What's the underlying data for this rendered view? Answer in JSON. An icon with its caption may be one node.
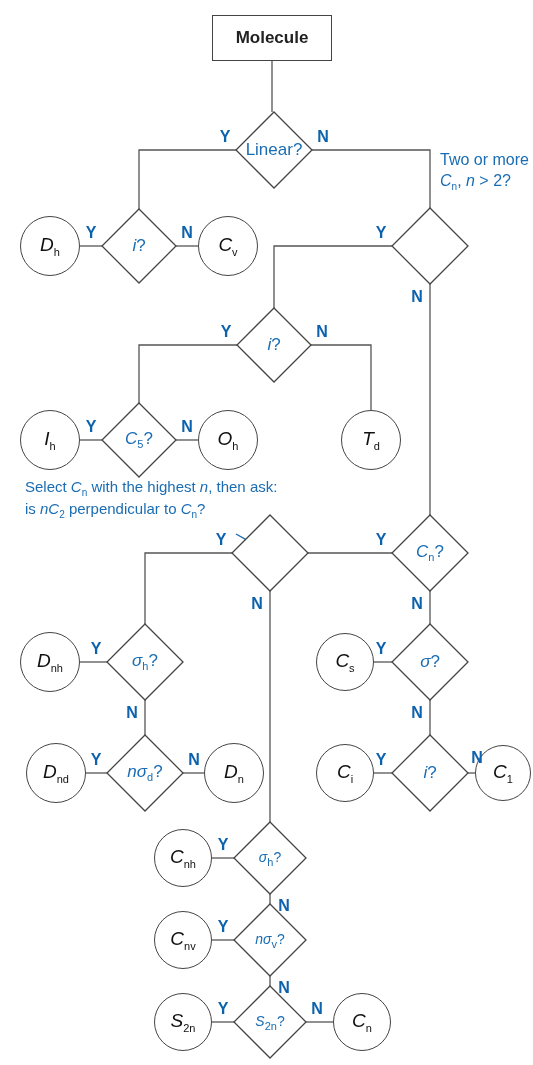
{
  "diagram": {
    "nodes": [
      {
        "text": [
          "Molecule"
        ]
      },
      {
        "text": [
          "Linear?"
        ]
      },
      {
        "text": [
          "*i*?"
        ]
      },
      {
        "text": [
          "*D*$_{h}$"
        ]
      },
      {
        "text": [
          "*C*$_{v}$"
        ]
      },
      {
        "text": [
          "Two or more *C*$_{n}$, *n* > 2?"
        ]
      },
      {
        "text": [
          "*i*?"
        ]
      },
      {
        "text": [
          "*C*$_{5}$?"
        ]
      },
      {
        "text": [
          "*I*$_{h}$"
        ]
      },
      {
        "text": [
          "*O*$_{h}$"
        ]
      },
      {
        "text": [
          "*T*$_{d}$"
        ]
      },
      {
        "text": [
          "Select *C*$_{n}$ with the highest *n*, then ask: is *nC*$_{2}$ perpendicular to *C*$_{n}$?"
        ]
      },
      {
        "text": [],
        "shape": "diamond"
      },
      {
        "text": [
          "*C*$_{n}$?"
        ]
      },
      {
        "text": [
          "*σ*$_{h}$?"
        ]
      },
      {
        "text": [
          "*D*$_{nh}$"
        ]
      },
      {
        "text": [
          "*nσ*$_{d}$?"
        ]
      },
      {
        "text": [
          "*D*$_{nd}$"
        ]
      },
      {
        "text": [
          "*D*$_{n}$"
        ]
      },
      {
        "text": [
          "*σ*?"
        ]
      },
      {
        "text": [
          "*C*$_{s}$"
        ]
      },
      {
        "text": [
          "*i*?"
        ]
      },
      {
        "text": [
          "*C*$_{i}$"
        ]
      },
      {
        "text": [
          "*C*$_{1}$"
        ]
      },
      {
        "text": [
          "*σ*$_{h}$?"
        ]
      },
      {
        "text": [
          "*C*$_{nh}$"
        ]
      },
      {
        "text": [
          "*nσ*$_{v}$?"
        ]
      },
      {
        "text": [
          "*C*$_{nv}$"
        ]
      },
      {
        "text": [
          "*S*$_{2n}$?"
        ]
      },
      {
        "text": [
          "*S*$_{2n}$"
        ]
      },
      {
        "text": [
          "*C*$_{n}$"
        ]
      }
    ],
    "edges": [
      {
        "from": 0,
        "to": 1,
        "arrow": "none"
      },
      {
        "from": 1,
        "to": 2,
        "arrow": "none",
        "label": "Y"
      },
      {
        "from": 1,
        "to": 5,
        "arrow": "none",
        "label": "N"
      },
      {
        "from": 2,
        "to": 3,
        "arrow": "none",
        "label": "Y"
      },
      {
        "from": 2,
        "to": 4,
        "arrow": "none",
        "label": "N"
      },
      {
        "from": 5,
        "to": 6,
        "arrow": "none",
        "label": "Y"
      },
      {
        "from": 5,
        "to": 13,
        "arrow": "none",
        "label": "N"
      },
      {
        "from": 6,
        "to": 7,
        "arrow": "none",
        "label": "Y"
      },
      {
        "from": 6,
        "to": 10,
        "arrow": "none",
        "label": "N"
      },
      {
        "from": 7,
        "to": 8,
        "arrow": "none",
        "label": "Y"
      },
      {
        "from": 7,
        "to": 9,
        "arrow": "none",
        "label": "N"
      },
      {
        "from": 11,
        "to": 12,
        "arrow": "none",
        "color": "#1a6db3"
      },
      {
        "from": 13,
        "to": 12,
        "arrow": "none",
        "label": "Y"
      },
      {
        "from": 13,
        "to": 19,
        "arrow": "none",
        "label": "N"
      },
      {
        "from": 12,
        "to": 14,
        "arrow": "none",
        "label": "Y"
      },
      {
        "from": 12,
        "to": 24,
        "arrow": "none",
        "label": "N"
      },
      {
        "from": 14,
        "to": 15,
        "arrow": "none",
        "label": "Y"
      },
      {
        "from": 14,
        "to": 16,
        "arrow": "none",
        "label": "N"
      },
      {
        "from": 16,
        "to": 17,
        "arrow": "none",
        "label": "Y"
      },
      {
        "from": 16,
        "to": 18,
        "arrow": "none",
        "label": "N"
      },
      {
        "from": 19,
        "to": 20,
        "arrow": "none",
        "label": "Y"
      },
      {
        "from": 19,
        "to": 21,
        "arrow": "none",
        "label": "N"
      },
      {
        "from": 21,
        "to": 22,
        "arrow": "none",
        "label": "Y"
      },
      {
        "from": 21,
        "to": 23,
        "arrow": "none",
        "label": "N"
      },
      {
        "from": 24,
        "to": 25,
        "arrow": "none",
        "label": "Y"
      },
      {
        "from": 24,
        "to": 26,
        "arrow": "none",
        "label": "N"
      },
      {
        "from": 26,
        "to": 27,
        "arrow": "none",
        "label": "Y"
      },
      {
        "from": 26,
        "to": 28,
        "arrow": "none",
        "label": "N"
      },
      {
        "from": 28,
        "to": 29,
        "arrow": "none",
        "label": "Y"
      },
      {
        "from": 28,
        "to": 30,
        "arrow": "none",
        "label": "N"
      }
    ]
  }
}
